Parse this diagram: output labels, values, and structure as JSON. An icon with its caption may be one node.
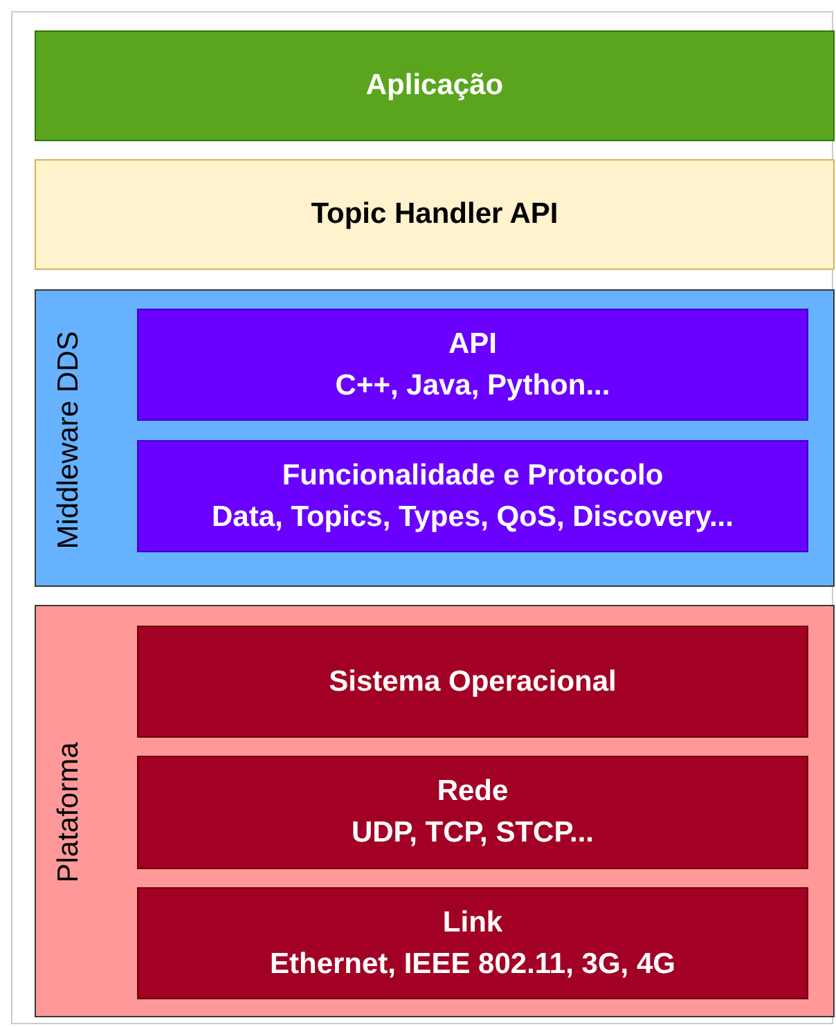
{
  "diagram": {
    "nodes": [
      {
        "text": [
          "Aplicação"
        ]
      },
      {
        "text": [
          "Topic Handler API"
        ]
      },
      {
        "text": [
          "Middleware DDS"
        ]
      },
      {
        "text": [
          "API",
          "C++, Java, Python..."
        ],
        "in": 2
      },
      {
        "text": [
          "Funcionalidade e Protocolo",
          "Data, Topics, Types, QoS, Discovery..."
        ],
        "in": 2
      },
      {
        "text": [
          "Plataforma"
        ]
      },
      {
        "text": [
          "Sistema Operacional"
        ],
        "in": 5
      },
      {
        "text": [
          "Rede",
          "UDP, TCP, STCP..."
        ],
        "in": 5
      },
      {
        "text": [
          "Link",
          "Ethernet, IEEE 802.11, 3G, 4G"
        ],
        "in": 5
      }
    ]
  }
}
